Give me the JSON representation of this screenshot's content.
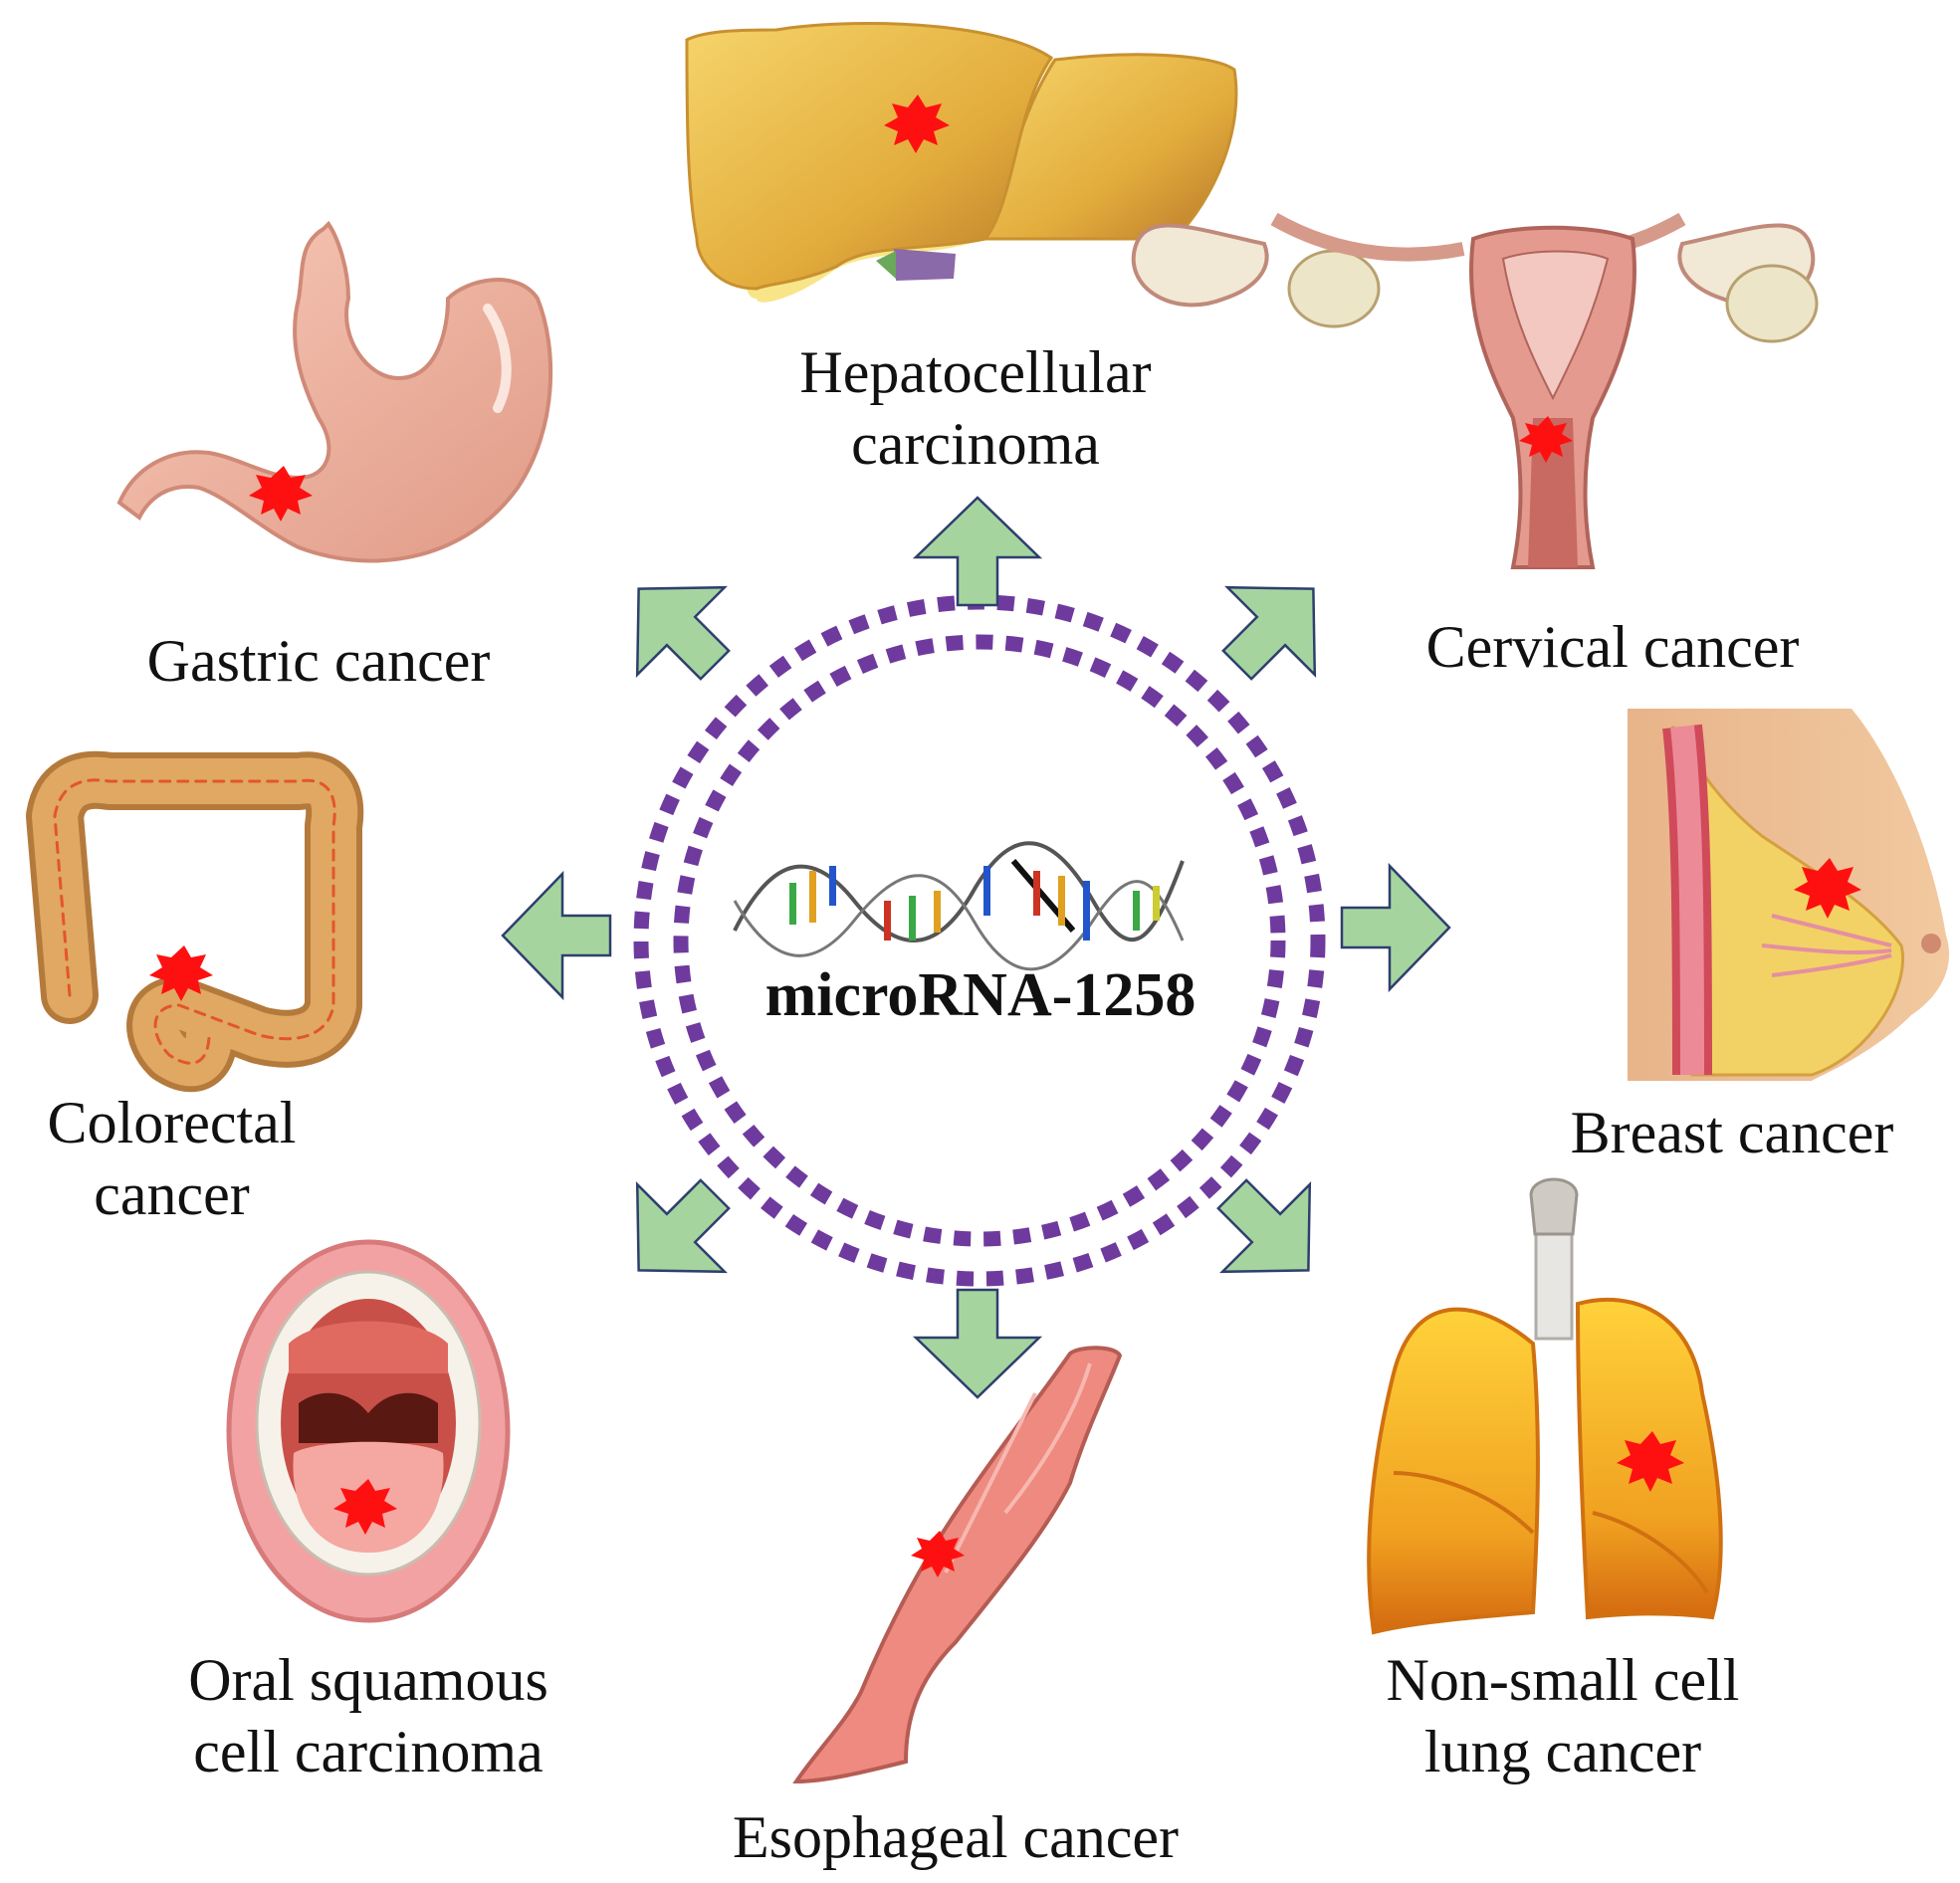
{
  "center": {
    "label": "microRNA-1258"
  },
  "colors": {
    "ring": "#6f3a9e",
    "arrow_fill": "#a6d49f",
    "arrow_stroke": "#2e3f6e",
    "tumor": "#ff1010"
  },
  "cancers": [
    {
      "id": "hepatocellular",
      "organ": "liver-icon",
      "lines": [
        "Hepatocellular",
        "carcinoma"
      ]
    },
    {
      "id": "cervical",
      "organ": "uterus-icon",
      "lines": [
        "Cervical cancer"
      ]
    },
    {
      "id": "breast",
      "organ": "breast-icon",
      "lines": [
        "Breast cancer"
      ]
    },
    {
      "id": "nsclc",
      "organ": "lungs-icon",
      "lines": [
        "Non-small cell",
        "lung cancer"
      ]
    },
    {
      "id": "esophageal",
      "organ": "esophagus-icon",
      "lines": [
        "Esophageal cancer"
      ]
    },
    {
      "id": "oral",
      "organ": "mouth-icon",
      "lines": [
        "Oral squamous",
        "cell carcinoma"
      ]
    },
    {
      "id": "colorectal",
      "organ": "colon-icon",
      "lines": [
        "Colorectal",
        "cancer"
      ]
    },
    {
      "id": "gastric",
      "organ": "stomach-icon",
      "lines": [
        "Gastric cancer"
      ]
    }
  ]
}
